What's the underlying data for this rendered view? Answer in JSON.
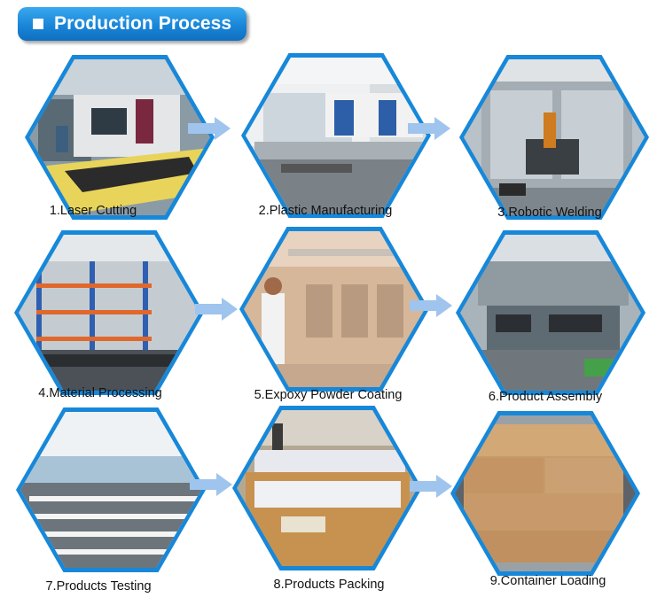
{
  "header": {
    "title": "Production Process"
  },
  "steps": [
    {
      "label": "1.Laser Cutting"
    },
    {
      "label": "2.Plastic Manufacturing"
    },
    {
      "label": "3.Robotic Welding"
    },
    {
      "label": "4.Material Processing"
    },
    {
      "label": "5.Expoxy Powder Coating"
    },
    {
      "label": "6.Product Assembly"
    },
    {
      "label": "7.Products Testing"
    },
    {
      "label": "8.Products Packing"
    },
    {
      "label": "9.Container Loading"
    }
  ],
  "colors": {
    "header_bg": "#1a86d8",
    "hex_border": "#1788d9",
    "arrow": "#9fc4ee"
  }
}
